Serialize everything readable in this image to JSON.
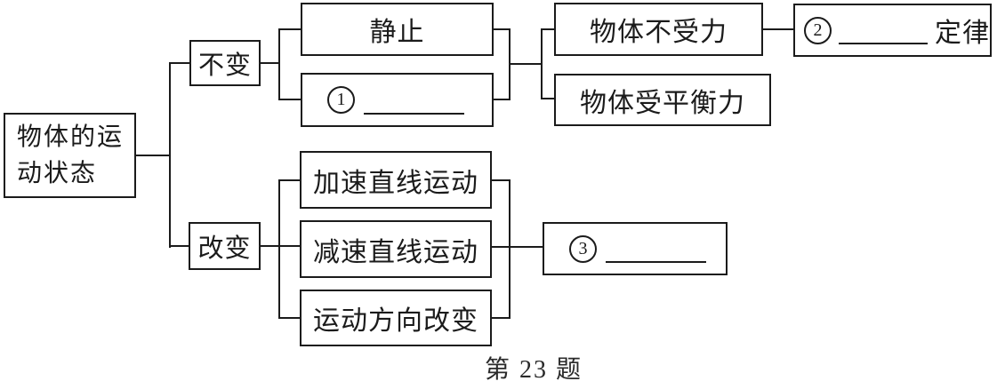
{
  "caption": "第 23 题",
  "nodes": {
    "root": {
      "label": "物体的运动状态"
    },
    "unchanged": {
      "label": "不变"
    },
    "at_rest": {
      "label": "静止"
    },
    "blank1": {
      "number": "1"
    },
    "no_force": {
      "label": "物体不受力"
    },
    "balanced_force": {
      "label": "物体受平衡力"
    },
    "blank2": {
      "number": "2",
      "suffix": "定律"
    },
    "changed": {
      "label": "改变"
    },
    "accel_linear": {
      "label": "加速直线运动"
    },
    "decel_linear": {
      "label": "减速直线运动"
    },
    "direction_change": {
      "label": "运动方向改变"
    },
    "blank3": {
      "number": "3"
    }
  }
}
